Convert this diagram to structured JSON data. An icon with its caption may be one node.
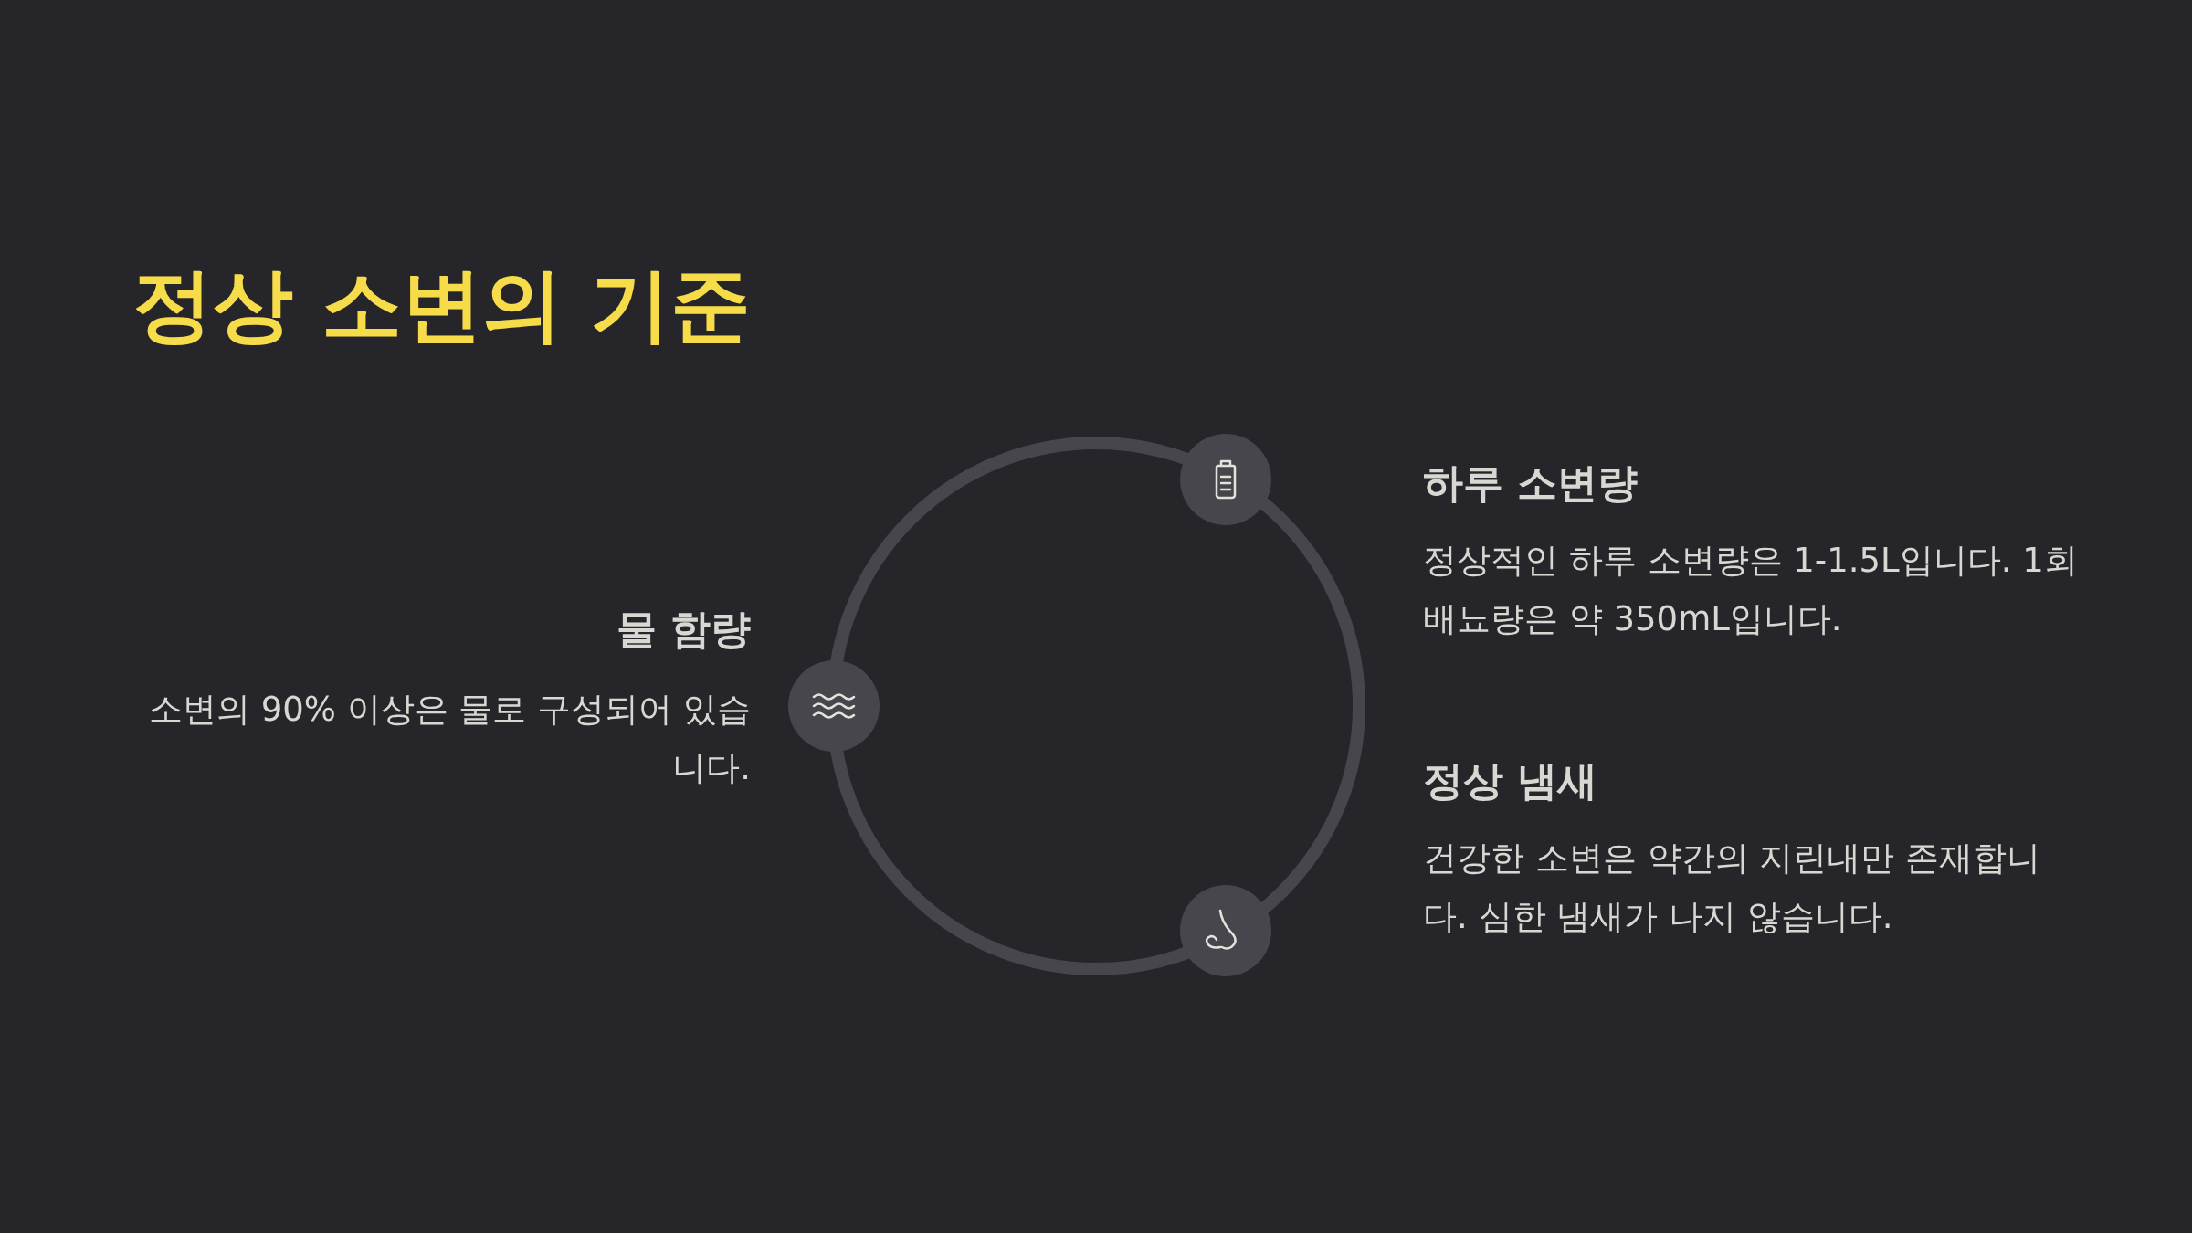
{
  "diagram": {
    "title": "정상 소변의 기준",
    "labels": [
      "물 함량",
      "소변의 90% 이상은 물로 구성되어 있습니다.",
      "하루 소변량",
      "정상적인 하루 소변량은 1-1.5L입니다. 1회 배뇨량은 약 350mL입니다.",
      "정상 냄새",
      "건강한 소변은 약간의 지린내만 존재합니다. 심한 냄새가 나지 않습니다."
    ]
  }
}
